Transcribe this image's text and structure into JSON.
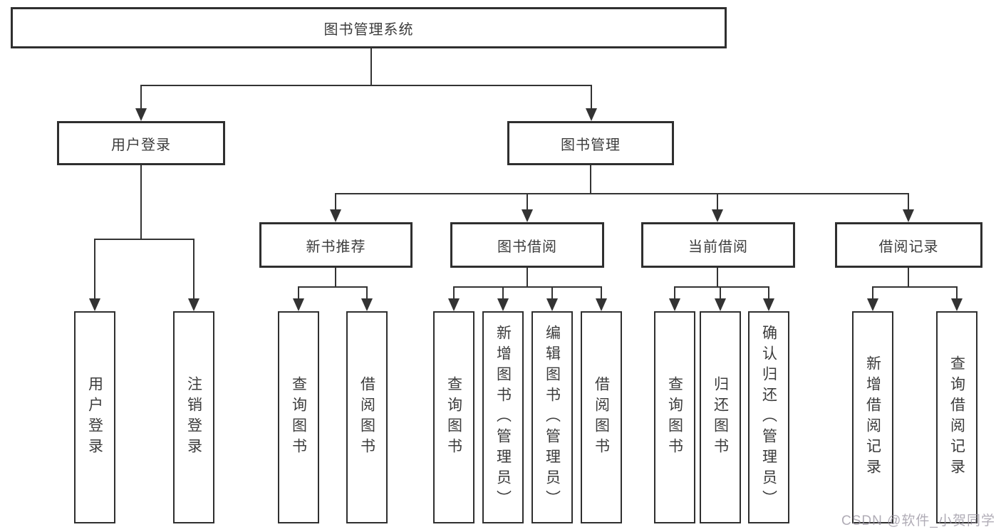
{
  "diagram": {
    "title": "图书管理系统",
    "root": {
      "label": "图书管理系统"
    },
    "level2": [
      {
        "label": "用户登录"
      },
      {
        "label": "图书管理"
      }
    ],
    "level3": [
      {
        "label": "新书推荐"
      },
      {
        "label": "图书借阅"
      },
      {
        "label": "当前借阅"
      },
      {
        "label": "借阅记录"
      }
    ],
    "leaves": [
      {
        "label": "用户登录",
        "parent": "用户登录"
      },
      {
        "label": "注销登录",
        "parent": "用户登录"
      },
      {
        "label": "查询图书",
        "parent": "新书推荐"
      },
      {
        "label": "借阅图书",
        "parent": "新书推荐"
      },
      {
        "label": "查询图书",
        "parent": "图书借阅"
      },
      {
        "label": "新增图书（管理员）",
        "parent": "图书借阅"
      },
      {
        "label": "编辑图书（管理员）",
        "parent": "图书借阅"
      },
      {
        "label": "借阅图书",
        "parent": "图书借阅"
      },
      {
        "label": "查询图书",
        "parent": "当前借阅"
      },
      {
        "label": "归还图书",
        "parent": "当前借阅"
      },
      {
        "label": "确认归还（管理员）",
        "parent": "当前借阅"
      },
      {
        "label": "新增借阅记录",
        "parent": "借阅记录"
      },
      {
        "label": "查询借阅记录",
        "parent": "借阅记录"
      }
    ]
  },
  "watermark": {
    "text": "CSDN @软件_小贺同学"
  },
  "colors": {
    "line": "#333333",
    "box_border": "#2f2f2f",
    "text": "#3c3c3c",
    "background": "#ffffff",
    "watermark": "#9690a0"
  }
}
